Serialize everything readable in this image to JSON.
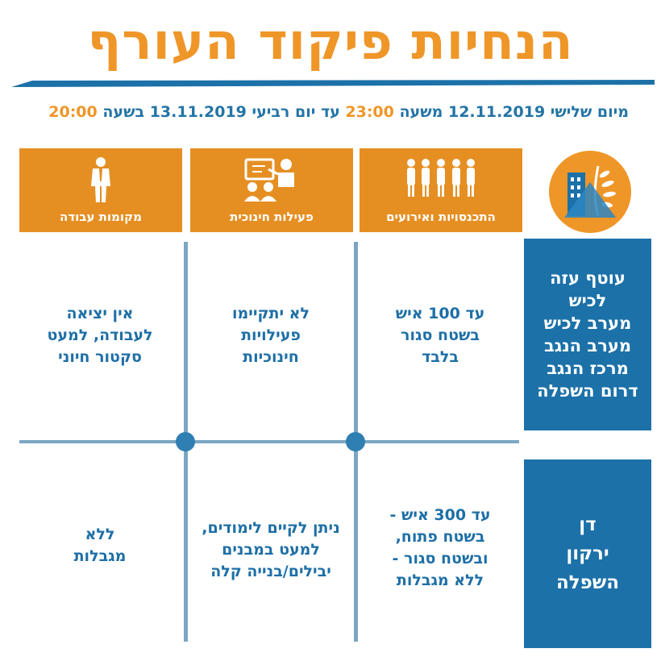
{
  "title": "הנחיות פיקוד העורף",
  "subtitle": {
    "part1": "מיום שלישי 12.11.2019 משעה ",
    "time1": "23:00",
    "part2": " עד יום רביעי 13.11.2019 בשעה ",
    "time2": "20:00"
  },
  "columns": {
    "gatherings": {
      "label": "התכנסויות ואירועים",
      "icon": "crowd-icon"
    },
    "education": {
      "label": "פעילות חינוכית",
      "icon": "classroom-icon"
    },
    "workplaces": {
      "label": "מקומות עבודה",
      "icon": "worker-icon"
    }
  },
  "logo": {
    "icon": "home-front-command-logo-icon"
  },
  "rows": [
    {
      "region": [
        "עוטף עזה",
        "לכיש",
        "מערב לכיש",
        "מערב הנגב",
        "מרכז הנגב",
        "דרום השפלה"
      ],
      "gatherings": [
        "עד 100 איש",
        "בשטח סגור",
        "בלבד"
      ],
      "education": [
        "לא יתקיימו",
        "פעילויות",
        "חינוכיות"
      ],
      "workplaces": [
        "אין יציאה",
        "לעבודה, למעט",
        "סקטור חיוני"
      ]
    },
    {
      "region": [
        "דן",
        "ירקון",
        "השפלה"
      ],
      "gatherings": [
        "עד 300 איש -",
        "בשטח פתוח,",
        "ובשטח סגור -",
        "ללא מגבלות"
      ],
      "education": [
        "ניתן לקיים לימודים,",
        "למעט במבנים",
        "יבילים/בנייה קלה"
      ],
      "workplaces": [
        "ללא",
        "מגבלות"
      ]
    }
  ],
  "colors": {
    "orange": "#e58f23",
    "blue": "#1c71a8",
    "grid": "#7aa6c2"
  }
}
